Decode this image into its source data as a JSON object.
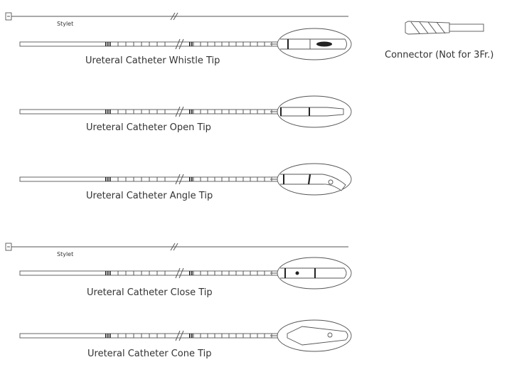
{
  "stylet_label": "Stylet",
  "connector_label": "Connector (Not for 3Fr.)",
  "catheters": [
    {
      "label": "Ureteral Catheter Whistle Tip",
      "tip": "whistle"
    },
    {
      "label": "Ureteral Catheter Open Tip",
      "tip": "open"
    },
    {
      "label": "Ureteral Catheter Angle Tip",
      "tip": "angle"
    },
    {
      "label": "Ureteral Catheter Close Tip",
      "tip": "close"
    },
    {
      "label": "Ureteral Catheter Cone Tip",
      "tip": "cone"
    }
  ]
}
